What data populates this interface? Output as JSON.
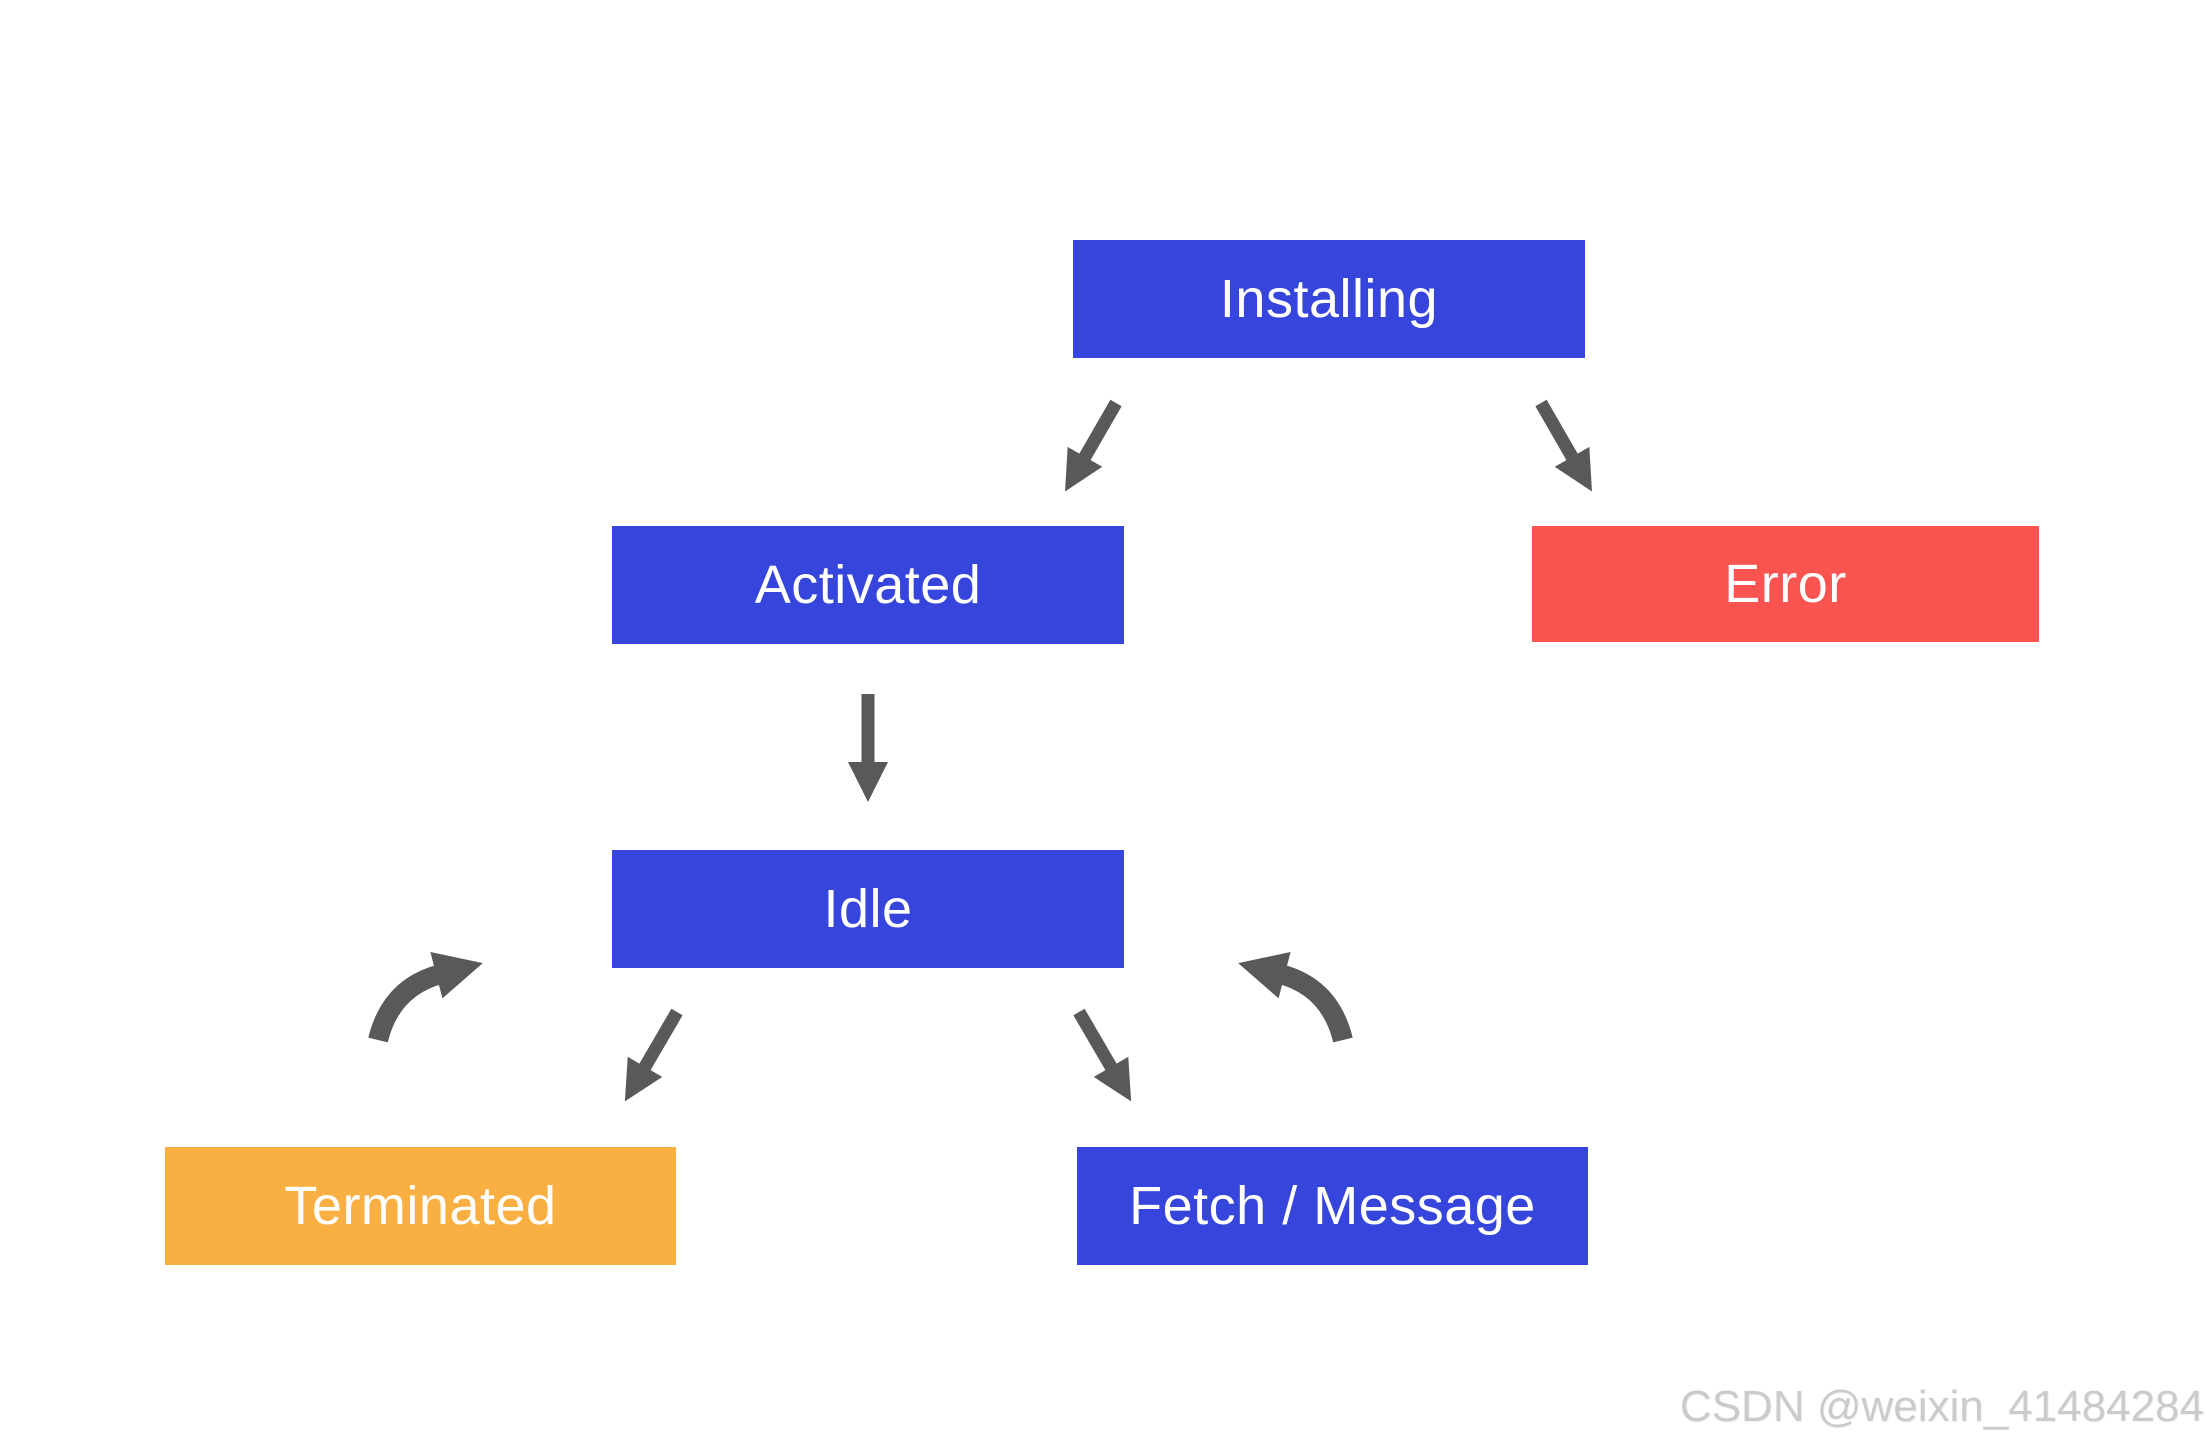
{
  "diagram": {
    "nodes": {
      "installing": {
        "label": "Installing",
        "color": "#3645db",
        "text_color": "#ffffff"
      },
      "activated": {
        "label": "Activated",
        "color": "#3645db",
        "text_color": "#ffffff"
      },
      "error": {
        "label": "Error",
        "color": "#f9544f",
        "text_color": "#ffffff"
      },
      "idle": {
        "label": "Idle",
        "color": "#3645db",
        "text_color": "#ffffff"
      },
      "terminated": {
        "label": "Terminated",
        "color": "#faaf42",
        "text_color": "#ffffff"
      },
      "fetch_message": {
        "label": "Fetch / Message",
        "color": "#3645db",
        "text_color": "#ffffff"
      }
    },
    "edges": [
      {
        "from": "Installing",
        "to": "Activated",
        "style": "straight-diagonal"
      },
      {
        "from": "Installing",
        "to": "Error",
        "style": "straight-diagonal"
      },
      {
        "from": "Activated",
        "to": "Idle",
        "style": "straight-vertical"
      },
      {
        "from": "Idle",
        "to": "Terminated",
        "style": "straight-diagonal"
      },
      {
        "from": "Idle",
        "to": "Fetch / Message",
        "style": "straight-diagonal"
      },
      {
        "from": "Terminated",
        "to": "Idle",
        "style": "curved"
      },
      {
        "from": "Fetch / Message",
        "to": "Idle",
        "style": "curved"
      }
    ],
    "arrow_color": "#58595b",
    "background_color": "#ffffff"
  },
  "watermark": {
    "text": "CSDN @weixin_41484284",
    "color": "#cbcbcb"
  }
}
